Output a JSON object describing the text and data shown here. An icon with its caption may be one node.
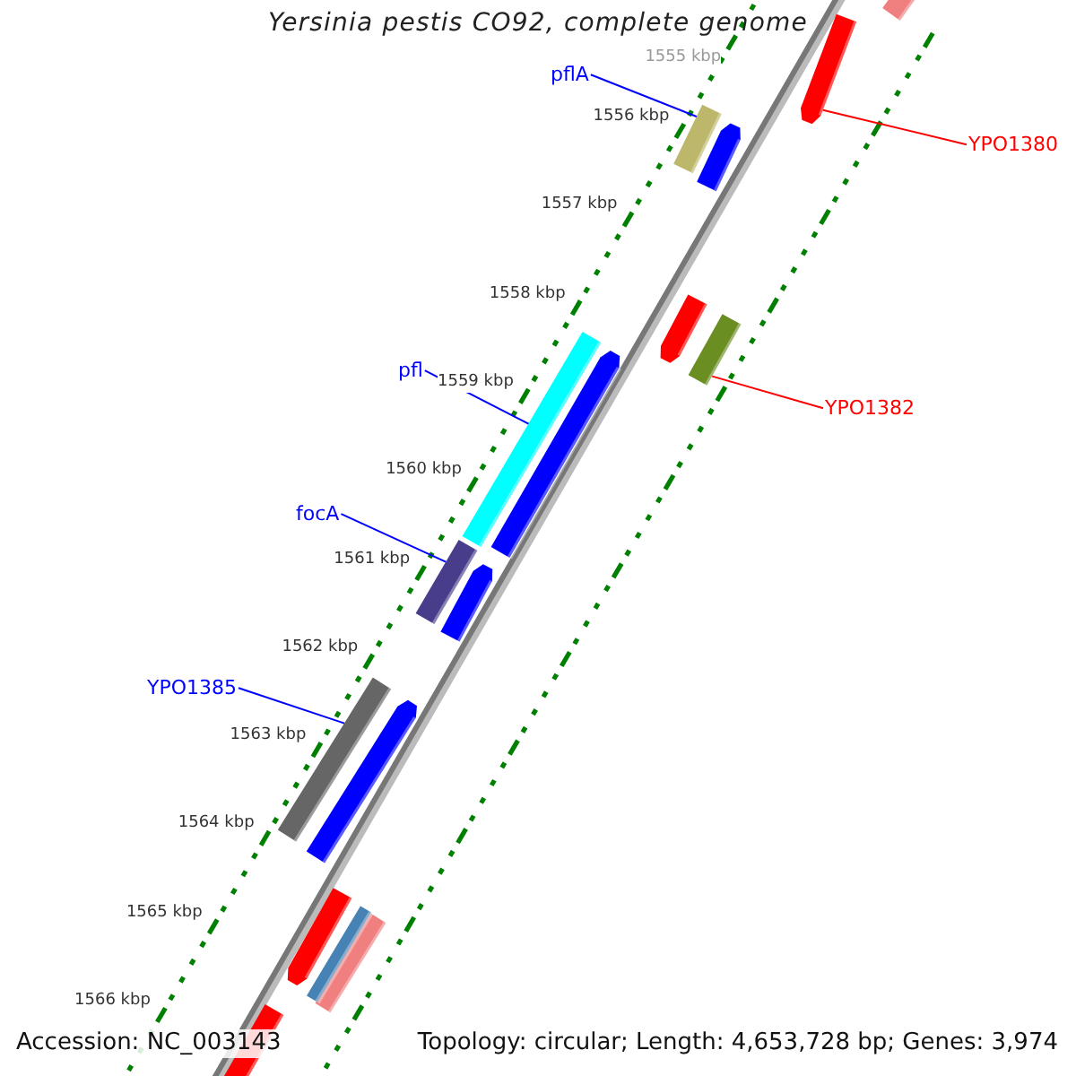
{
  "diagram": {
    "title": "Yersinia pestis CO92, complete genome",
    "nodes": [
      {
        "text": [
          "pflA"
        ]
      },
      {
        "text": [],
        "shape": "bar"
      },
      {
        "text": [
          "YPO1380"
        ]
      },
      {
        "text": [],
        "shape": "arrow"
      },
      {
        "text": [
          "pfl"
        ]
      },
      {
        "text": [],
        "shape": "bar"
      },
      {
        "text": [
          "YPO1382"
        ]
      },
      {
        "text": [],
        "shape": "bar"
      },
      {
        "text": [
          "focA"
        ]
      },
      {
        "text": [],
        "shape": "bar"
      },
      {
        "text": [
          "YPO1385"
        ]
      },
      {
        "text": [],
        "shape": "bar"
      },
      {
        "text": [],
        "shape": "bar"
      },
      {
        "text": [],
        "shape": "arrow"
      },
      {
        "text": [],
        "shape": "arrow"
      },
      {
        "text": [],
        "shape": "arrow"
      },
      {
        "text": [],
        "shape": "arrow"
      },
      {
        "text": [],
        "shape": "arrow"
      },
      {
        "text": [],
        "shape": "arrow"
      },
      {
        "text": [],
        "shape": "bar"
      },
      {
        "text": [],
        "shape": "bar"
      },
      {
        "text": [],
        "shape": "arrow"
      }
    ],
    "edges": [
      {
        "from": 0,
        "to": 1,
        "arrow": "none"
      },
      {
        "from": 2,
        "to": 3,
        "arrow": "none",
        "color": "#ff0000"
      },
      {
        "from": 4,
        "to": 5,
        "arrow": "none"
      },
      {
        "from": 6,
        "to": 7,
        "arrow": "none",
        "color": "#ff0000"
      },
      {
        "from": 8,
        "to": 9,
        "arrow": "none"
      },
      {
        "from": 10,
        "to": 11,
        "arrow": "none"
      }
    ],
    "labels": [
      "1555 kbp",
      "1556 kbp",
      "1557 kbp",
      "1558 kbp",
      "1559 kbp",
      "1560 kbp",
      "1561 kbp",
      "1562 kbp",
      "1563 kbp",
      "1564 kbp",
      "1565 kbp",
      "1566 kbp",
      "Accession: NC_003143",
      "Topology: circular; Length: 4,653,728 bp; Genes: 3,974"
    ]
  }
}
